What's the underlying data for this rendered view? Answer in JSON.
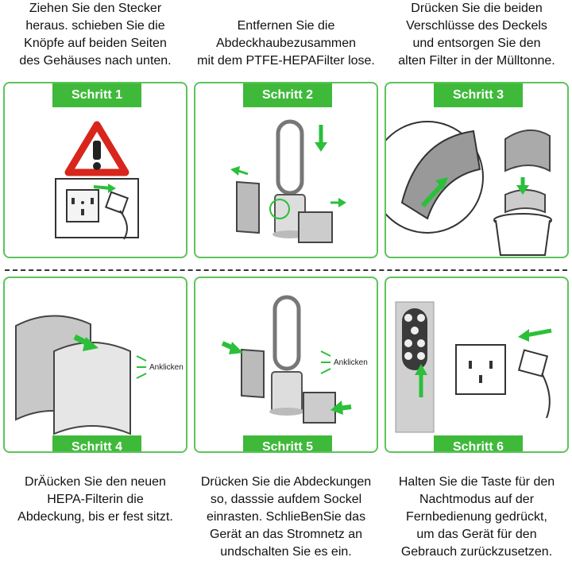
{
  "captions_top": [
    "Ziehen Sie den Stecker\nheraus. schieben Sie die\nKnöpfe auf beiden Seiten\ndes Gehäuses nach unten.",
    "Entfernen Sie die\nAbdeckhaubezusammen\nmit dem PTFE-HEPAFilter lose.",
    "Drücken Sie die beiden\nVerschlüsse des Deckels\nund entsorgen Sie den\nalten Filter in der Mülltonne."
  ],
  "captions_bottom": [
    "DrÄücken Sie den neuen\nHEPA-Filterin die\nAbdeckung, bis er fest sitzt.",
    "Drücken Sie die Abdeckungen\nso, dasssie aufdem Sockel\neinrasten. SchlieBenSie das\nGerät an das Stromnetz an\nundschalten Sie es ein.",
    "Halten Sie die Taste für den\nNachtmodus auf der\nFernbedienung gedrückt,\num das Gerät für den\nGebrauch zurückzusetzen."
  ],
  "steps": [
    "Schritt 1",
    "Schritt 2",
    "Schritt 3",
    "Schritt 4",
    "Schritt 5",
    "Schritt 6"
  ],
  "click_label": "Anklicken",
  "accent_color": "#3fb93a",
  "arrow_color": "#2bbf3a",
  "icons": [
    "warning-icon",
    "wall-socket-icon",
    "plug-icon",
    "remote-control-icon",
    "tower-fan-icon",
    "filter-icon",
    "trash-bin-icon",
    "arrow-icon"
  ]
}
